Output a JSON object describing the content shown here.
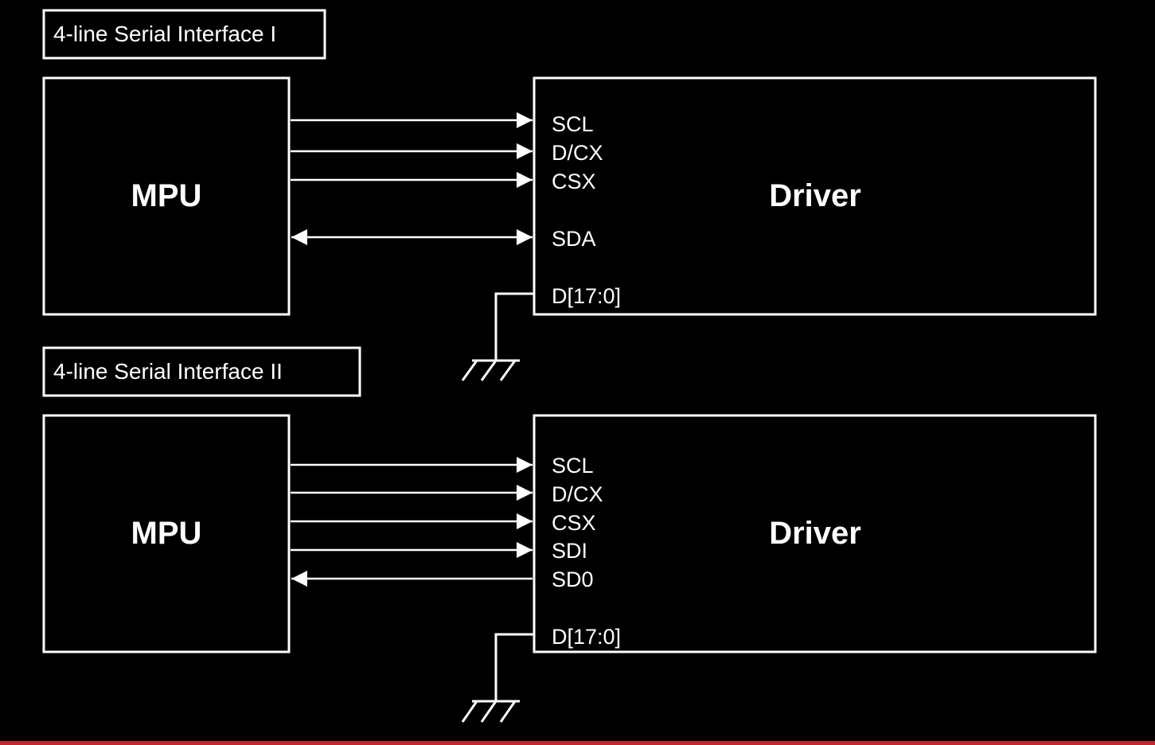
{
  "colors": {
    "background": "#000000",
    "stroke": "#ffffff",
    "text": "#ffffff",
    "bottom_rule": "#c0282d"
  },
  "panels": [
    {
      "title": "4-line Serial Interface  I",
      "mpu_label": "MPU",
      "driver_label": "Driver",
      "signals": [
        {
          "label": "SCL",
          "direction": "to-driver"
        },
        {
          "label": "D/CX",
          "direction": "to-driver"
        },
        {
          "label": "CSX",
          "direction": "to-driver"
        },
        {
          "label": "SDA",
          "direction": "bidirectional"
        }
      ],
      "ground_pin": "D[17:0]"
    },
    {
      "title": "4-line Serial Interface  II",
      "mpu_label": "MPU",
      "driver_label": "Driver",
      "signals": [
        {
          "label": "SCL",
          "direction": "to-driver"
        },
        {
          "label": "D/CX",
          "direction": "to-driver"
        },
        {
          "label": "CSX",
          "direction": "to-driver"
        },
        {
          "label": "SDI",
          "direction": "to-driver"
        },
        {
          "label": "SD0",
          "direction": "to-mpu"
        }
      ],
      "ground_pin": "D[17:0]"
    }
  ]
}
